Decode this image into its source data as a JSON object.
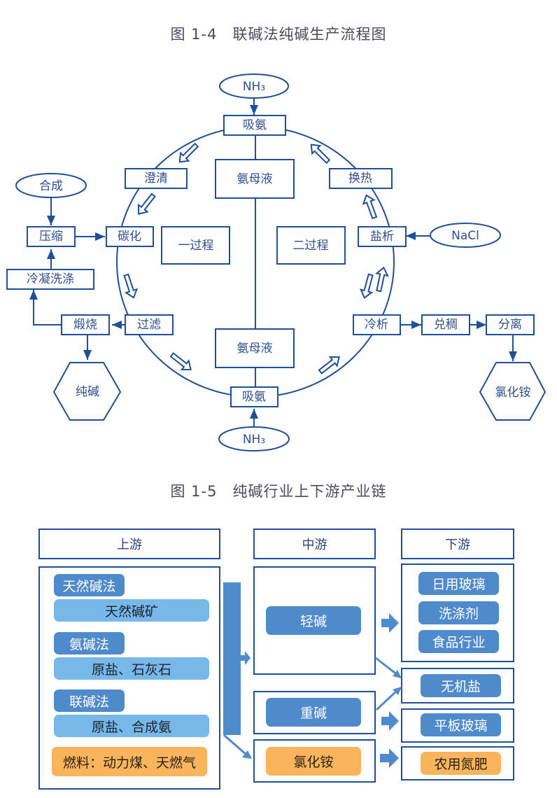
{
  "figure1": {
    "number": "图 1-4",
    "title": "联碱法纯碱生产流程图",
    "nodes": {
      "nh3_top": "NH₃",
      "absorb_top": "吸氨",
      "mother_top": "氨母液",
      "clarify": "澄清",
      "carbonize": "碳化",
      "filter": "过滤",
      "calcine": "煅烧",
      "compress": "压缩",
      "synthesis": "合成",
      "condense_wash": "冷凝洗涤",
      "soda": "纯碱",
      "process_one": "一过程",
      "process_two": "二过程",
      "heat_exchange": "换热",
      "salting_out": "盐析",
      "nacl": "NaCl",
      "cooling_crystallize": "冷析",
      "thickening": "兑稠",
      "separate": "分离",
      "ammonium_chloride": "氯化铵",
      "mother_bottom": "氨母液",
      "absorb_bottom": "吸氨",
      "nh3_bottom": "NH₃"
    }
  },
  "figure2": {
    "number": "图 1-5",
    "title": "纯碱行业上下游产业链",
    "upstream": {
      "header": "上游",
      "groups": [
        {
          "method": "天然碱法",
          "material": "天然碱矿"
        },
        {
          "method": "氨碱法",
          "material": "原盐、石灰石"
        },
        {
          "method": "联碱法",
          "material": "原盐、合成氨"
        }
      ],
      "fuel": "燃料：动力煤、天燃气"
    },
    "midstream": {
      "header": "中游",
      "light_soda": "轻碱",
      "heavy_soda": "重碱",
      "ammonium_chloride": "氯化铵"
    },
    "downstream": {
      "header": "下游",
      "group1": [
        "日用玻璃",
        "洗涤剂",
        "食品行业"
      ],
      "inorganic_salt": "无机盐",
      "flat_glass": "平板玻璃",
      "nitrogen_fertilizer": "农用氮肥"
    }
  },
  "colors": {
    "line": "#1f4f96",
    "tag_dark": "#4f8acb",
    "tag_light": "#78b8e8",
    "tag_orange": "#f9b45c"
  }
}
